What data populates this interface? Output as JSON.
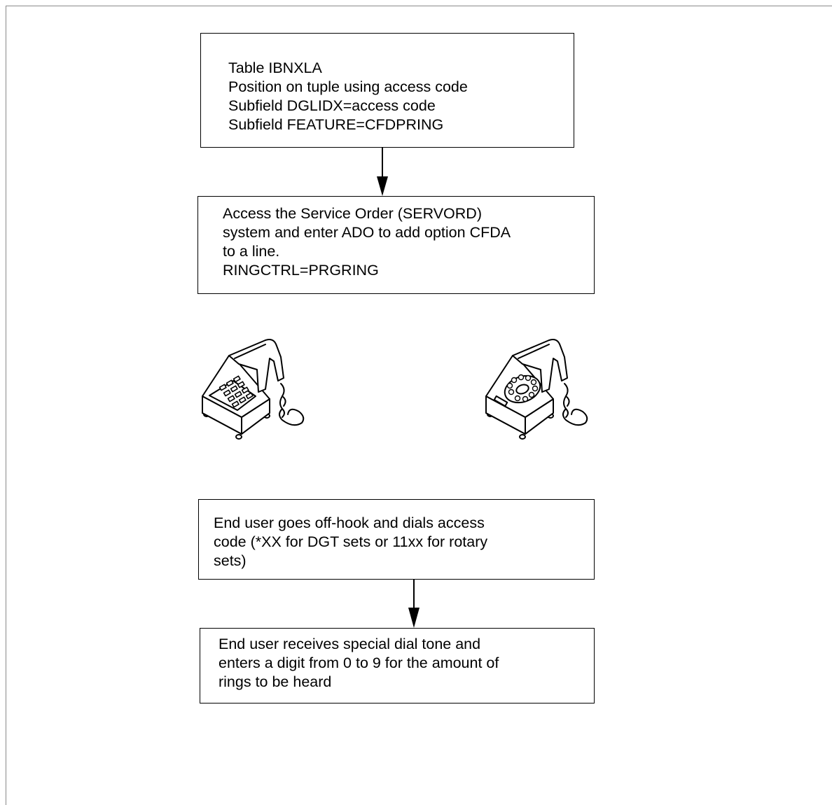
{
  "boxes": [
    {
      "lines": [
        "Table IBNXLA",
        "Position on tuple using access code",
        "Subfield DGLIDX=access code",
        "Subfield FEATURE=CFDPRING"
      ]
    },
    {
      "lines": [
        "Access the Service Order (SERVORD)",
        "system and enter ADO to add option CFDA",
        "to a line.",
        "RINGCTRL=PRGRING"
      ]
    },
    {
      "lines": [
        "End user goes off-hook and dials access",
        "code (*XX for DGT sets or 11xx for rotary",
        "sets)"
      ]
    },
    {
      "lines": [
        "End user receives special dial tone and",
        "enters a digit from 0 to 9 for the amount of",
        "rings to be heard"
      ]
    }
  ],
  "icons": {
    "left_phone": "touch-tone-telephone-icon",
    "right_phone": "rotary-telephone-icon",
    "arrow": "down-arrow-icon"
  }
}
